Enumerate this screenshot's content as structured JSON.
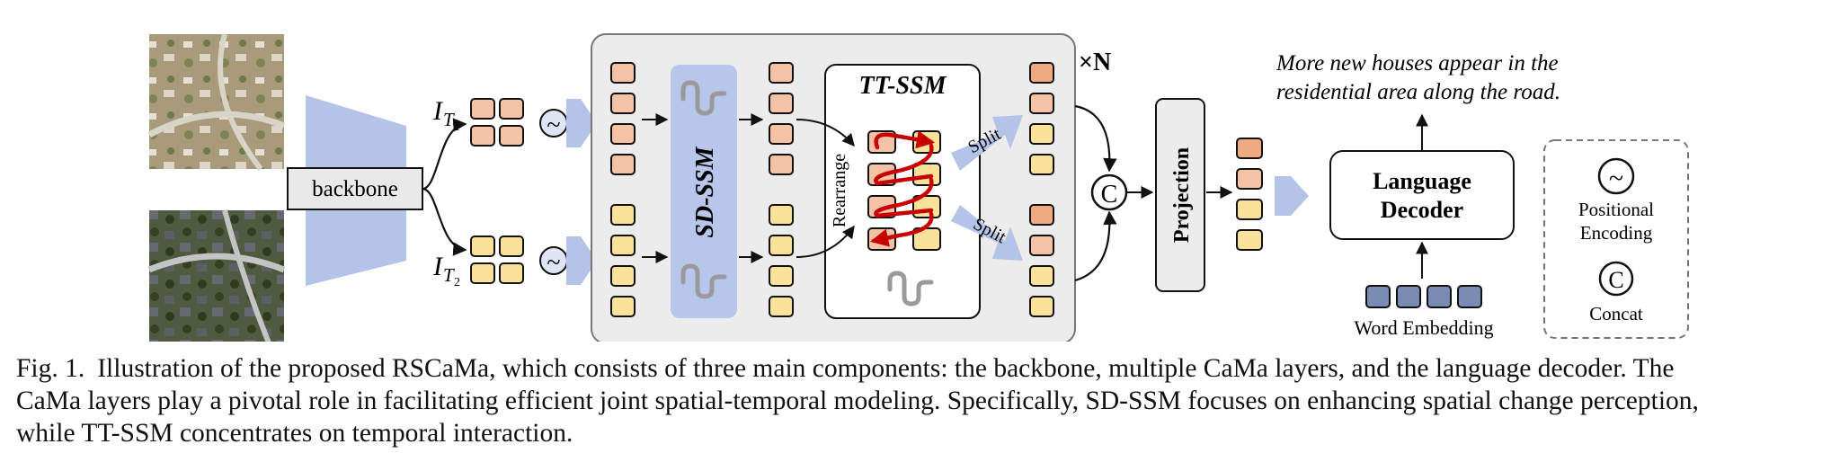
{
  "labels": {
    "backbone": "backbone",
    "input_t1": "I",
    "input_t1_sub": "T",
    "input_t1_subsub": "1",
    "input_t2": "I",
    "input_t2_sub": "T",
    "input_t2_subsub": "2",
    "sd_ssm": "SD-SSM",
    "tt_ssm": "TT-SSM",
    "rearrange": "Rearrange",
    "split_top": "Split",
    "split_bottom": "Split",
    "times_n": "×N",
    "concat_symbol": "C",
    "projection": "Projection",
    "language_decoder_line1": "Language",
    "language_decoder_line2": "Decoder",
    "word_embedding": "Word Embedding",
    "output_caption_line1": "More new houses appear in the",
    "output_caption_line2": "residential area along the road.",
    "legend_positional_line1": "Positional",
    "legend_positional_line2": "Encoding",
    "legend_concat": "Concat",
    "legend_concat_symbol": "C",
    "pe_symbol": "~"
  },
  "caption": {
    "fig_number": "Fig. 1.",
    "line1": "Illustration of the proposed RSCaMa, which consists of three main components: the backbone, multiple CaMa layers, and the language decoder. The",
    "line2": "CaMa layers play a pivotal role in facilitating efficient joint spatial-temporal modeling. Specifically, SD-SSM focuses on enhancing spatial change perception,",
    "line3": "while TT-SSM concentrates on temporal interaction."
  },
  "colors": {
    "token_orange": "#f4c2a6",
    "token_orange_dark": "#eeaa80",
    "token_yellow": "#fbe29a",
    "backbone_blue": "#b4c3e8",
    "sd_ssm_panel": "#b8c6ec",
    "cama_panel": "#ececec",
    "arrow_red": "#c80000",
    "word_embed": "#7a8bb4",
    "icon_gray": "#a6a6a6"
  }
}
